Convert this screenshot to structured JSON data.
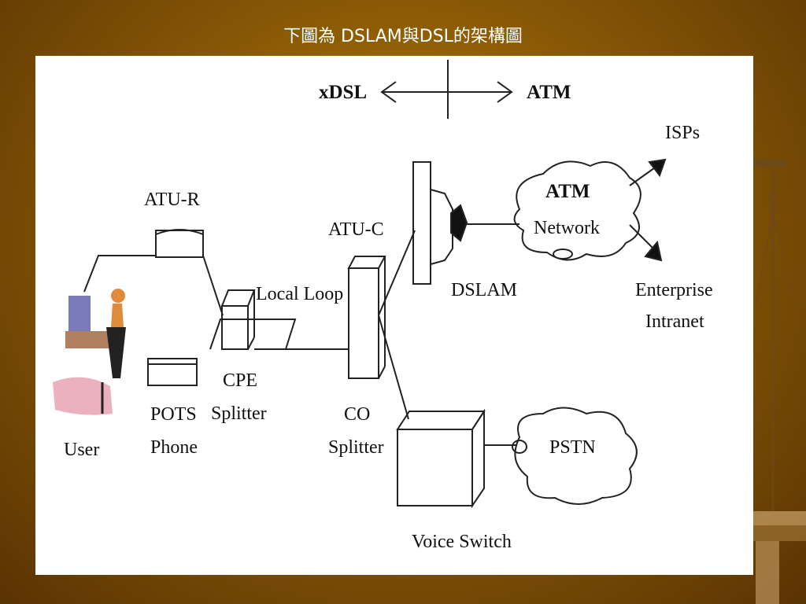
{
  "slide": {
    "title": "下圖為 DSLAM與DSL的架構圖",
    "colors": {
      "background": "#8a5a06",
      "panel": "#ffffff",
      "line": "#333333"
    }
  },
  "diagram": {
    "domain_xdsl": "xDSL",
    "domain_atm": "ATM",
    "atu_r": "ATU-R",
    "atu_c": "ATU-C",
    "local_loop": "Local Loop",
    "user": "User",
    "pots_phone": [
      "POTS",
      "Phone"
    ],
    "cpe_splitter": [
      "CPE",
      "Splitter"
    ],
    "co_splitter": [
      "CO",
      "Splitter"
    ],
    "dslam": "DSLAM",
    "atm_network": [
      "ATM",
      "Network"
    ],
    "isps": "ISPs",
    "enterprise_intranet": [
      "Enterprise",
      "Intranet"
    ],
    "pstn": "PSTN",
    "voice_switch": "Voice Switch"
  }
}
